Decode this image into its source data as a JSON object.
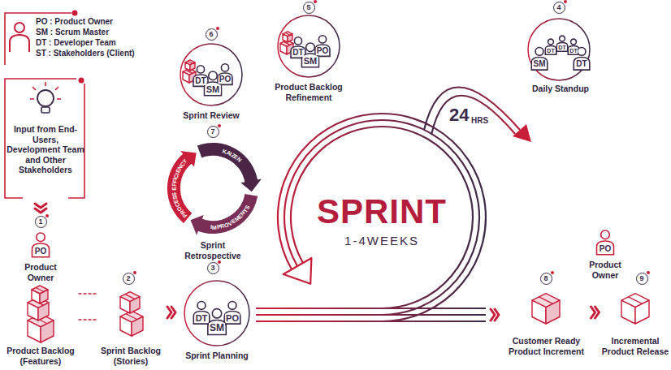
{
  "diagram": {
    "nodes": [
      {
        "text": [
          "Input from End-Users, Development Team and Other Stakeholders"
        ]
      },
      {
        "text": [
          "PO",
          "Product Owner"
        ]
      },
      {
        "text": [
          "Product Backlog (Features)"
        ]
      },
      {
        "text": [
          "Sprint Backlog (Stories)"
        ]
      },
      {
        "text": [
          "DT",
          "SM",
          "PO",
          "Sprint Planning"
        ]
      },
      {
        "text": [
          "DT",
          "SM",
          "PO",
          "Sprint Review"
        ]
      },
      {
        "text": [
          "KAIZEN",
          "IMPROVEMENTS",
          "PROCESS EFFICIENCY",
          "Sprint Retrospective"
        ]
      },
      {
        "text": [
          "DT",
          "SM",
          "PO",
          "Product Backlog Refinement"
        ]
      },
      {
        "text": [
          "SM",
          "DT",
          "DT",
          "DT",
          "DT",
          "Daily Standup"
        ]
      },
      {
        "text": [
          "SPRINT",
          "1-4WEEKS"
        ]
      },
      {
        "text": [
          "Customer Ready Product Increment"
        ]
      },
      {
        "text": [
          "PO",
          "Product Owner"
        ]
      },
      {
        "text": [
          "Incremental Product Release"
        ]
      }
    ],
    "edges": [
      {
        "from": 0,
        "to": 1,
        "arrow": "to"
      },
      {
        "from": 2,
        "to": 3,
        "arrow": "none"
      },
      {
        "from": 3,
        "to": 4,
        "arrow": "to"
      },
      {
        "from": 9,
        "to": 10,
        "arrow": "to"
      },
      {
        "from": 10,
        "to": 12,
        "arrow": "to"
      }
    ],
    "labels": [
      "1",
      "2",
      "3",
      "4",
      "5",
      "6",
      "7",
      "8",
      "9",
      "24",
      "HRS"
    ],
    "legend": [
      {
        "text": "PO : Product Owner"
      },
      {
        "text": "SM : Scrum Master"
      },
      {
        "text": "DT : Developer Team"
      },
      {
        "text": "ST : Stakeholders (Client)"
      }
    ]
  }
}
